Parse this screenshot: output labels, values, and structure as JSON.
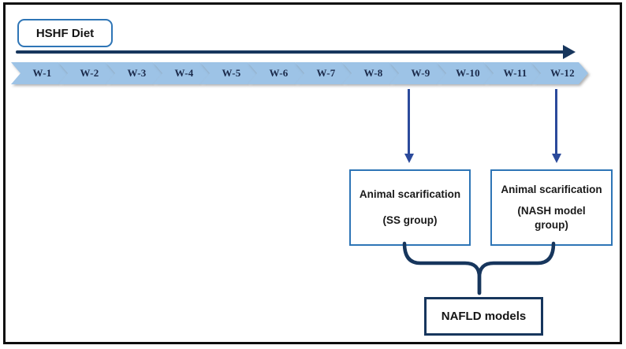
{
  "colors": {
    "frame": "#0d0d0d",
    "accent_border": "#2E75B6",
    "chevron_fill": "#9DC3E6",
    "navy": "#17365D",
    "arrow_blue": "#2B4A9B",
    "week_text": "#1B2A4A"
  },
  "timeline": {
    "diet_label": "HSHF Diet",
    "weeks": [
      "W-1",
      "W-2",
      "W-3",
      "W-4",
      "W-5",
      "W-6",
      "W-7",
      "W-8",
      "W-9",
      "W-10",
      "W-11",
      "W-12"
    ]
  },
  "outcome_boxes": [
    {
      "title": "Animal scarification",
      "subtitle": "(SS group)"
    },
    {
      "title": "Animal scarification",
      "subtitle": "(NASH model group)"
    }
  ],
  "result": {
    "label": "NAFLD models"
  }
}
